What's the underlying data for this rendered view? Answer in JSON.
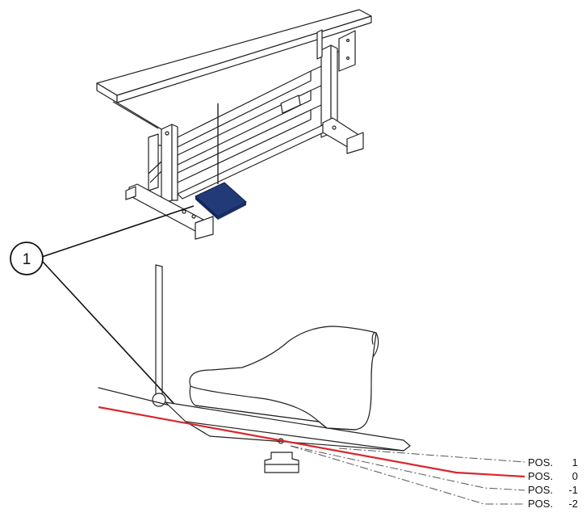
{
  "callout": {
    "number": "1"
  },
  "positions": [
    {
      "label": "POS.",
      "value": "1",
      "line_style": "dash-dot",
      "color": "#555555"
    },
    {
      "label": "POS.",
      "value": "0",
      "line_style": "solid",
      "color": "#d8262b"
    },
    {
      "label": "POS.",
      "value": "-1",
      "line_style": "dash-dot",
      "color": "#555555"
    },
    {
      "label": "POS.",
      "value": "-2",
      "line_style": "dash-dot",
      "color": "#555555"
    }
  ],
  "colors": {
    "pedal": "#233a78",
    "reference_line": "#d8262b",
    "line_art": "#222222"
  }
}
